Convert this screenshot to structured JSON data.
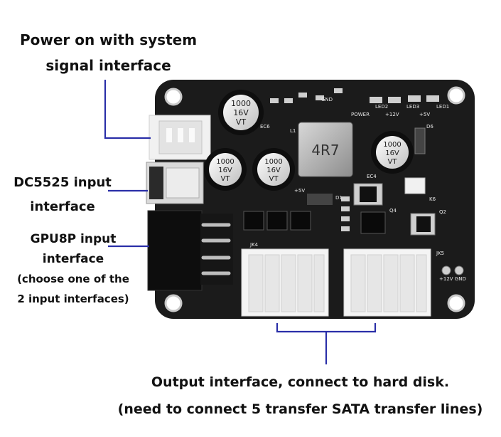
{
  "labels": {
    "power_on_line1": "Power on with system",
    "power_on_line2": "signal interface",
    "dc_line1": "DC5525 input",
    "dc_line2": "interface",
    "gpu_line1": "GPU8P input",
    "gpu_line2": "interface",
    "gpu_line3": "(choose one of the",
    "gpu_line4": "2 input interfaces)",
    "output_line1": "Output interface, connect to hard disk.",
    "output_line2": "(need to connect 5 transfer SATA transfer lines)"
  },
  "board": {
    "capacitor_text": [
      "1000",
      "16V",
      "VT"
    ],
    "inductor_text": "4R7",
    "silkscreen": {
      "power": "POWER",
      "v12": "+12V",
      "v5": "+5V",
      "led1": "LED1",
      "led2": "LED2",
      "led3": "LED3",
      "jk4": "JK4",
      "jk5": "JK5",
      "gnd": "GND",
      "v12_gnd": "+12V GND",
      "plus5v": "+5V",
      "ec6": "EC6",
      "ec4": "EC4",
      "l1": "L1",
      "d1": "D1",
      "d6": "D6",
      "q2": "Q2",
      "q4": "Q4",
      "k6": "K6"
    }
  },
  "colors": {
    "pcb": "#1b1b1b",
    "callout_line": "#2a2fa8",
    "connector_white": "#f2f2f2",
    "capacitor_body": "#e4e4e4"
  }
}
